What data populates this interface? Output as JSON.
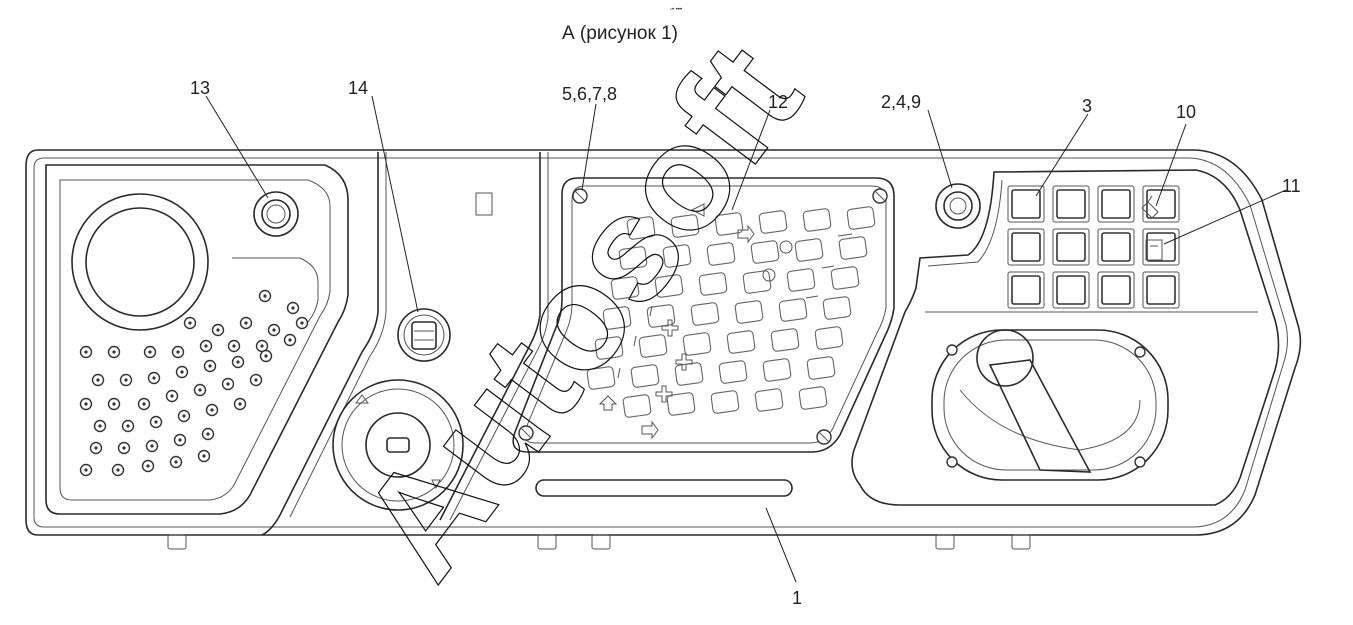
{
  "figure": {
    "top_mark": "▫• •••",
    "caption": "А (рисунок 1)"
  },
  "callouts": [
    {
      "id": "c13",
      "label": "13"
    },
    {
      "id": "c14",
      "label": "14"
    },
    {
      "id": "c5678",
      "label": "5,6,7,8"
    },
    {
      "id": "c12",
      "label": "12"
    },
    {
      "id": "c249",
      "label": "2,4,9"
    },
    {
      "id": "c3",
      "label": "3"
    },
    {
      "id": "c10",
      "label": "10"
    },
    {
      "id": "c11",
      "label": "11"
    },
    {
      "id": "c1",
      "label": "1"
    }
  ],
  "watermark": {
    "text": "Autosoft"
  }
}
